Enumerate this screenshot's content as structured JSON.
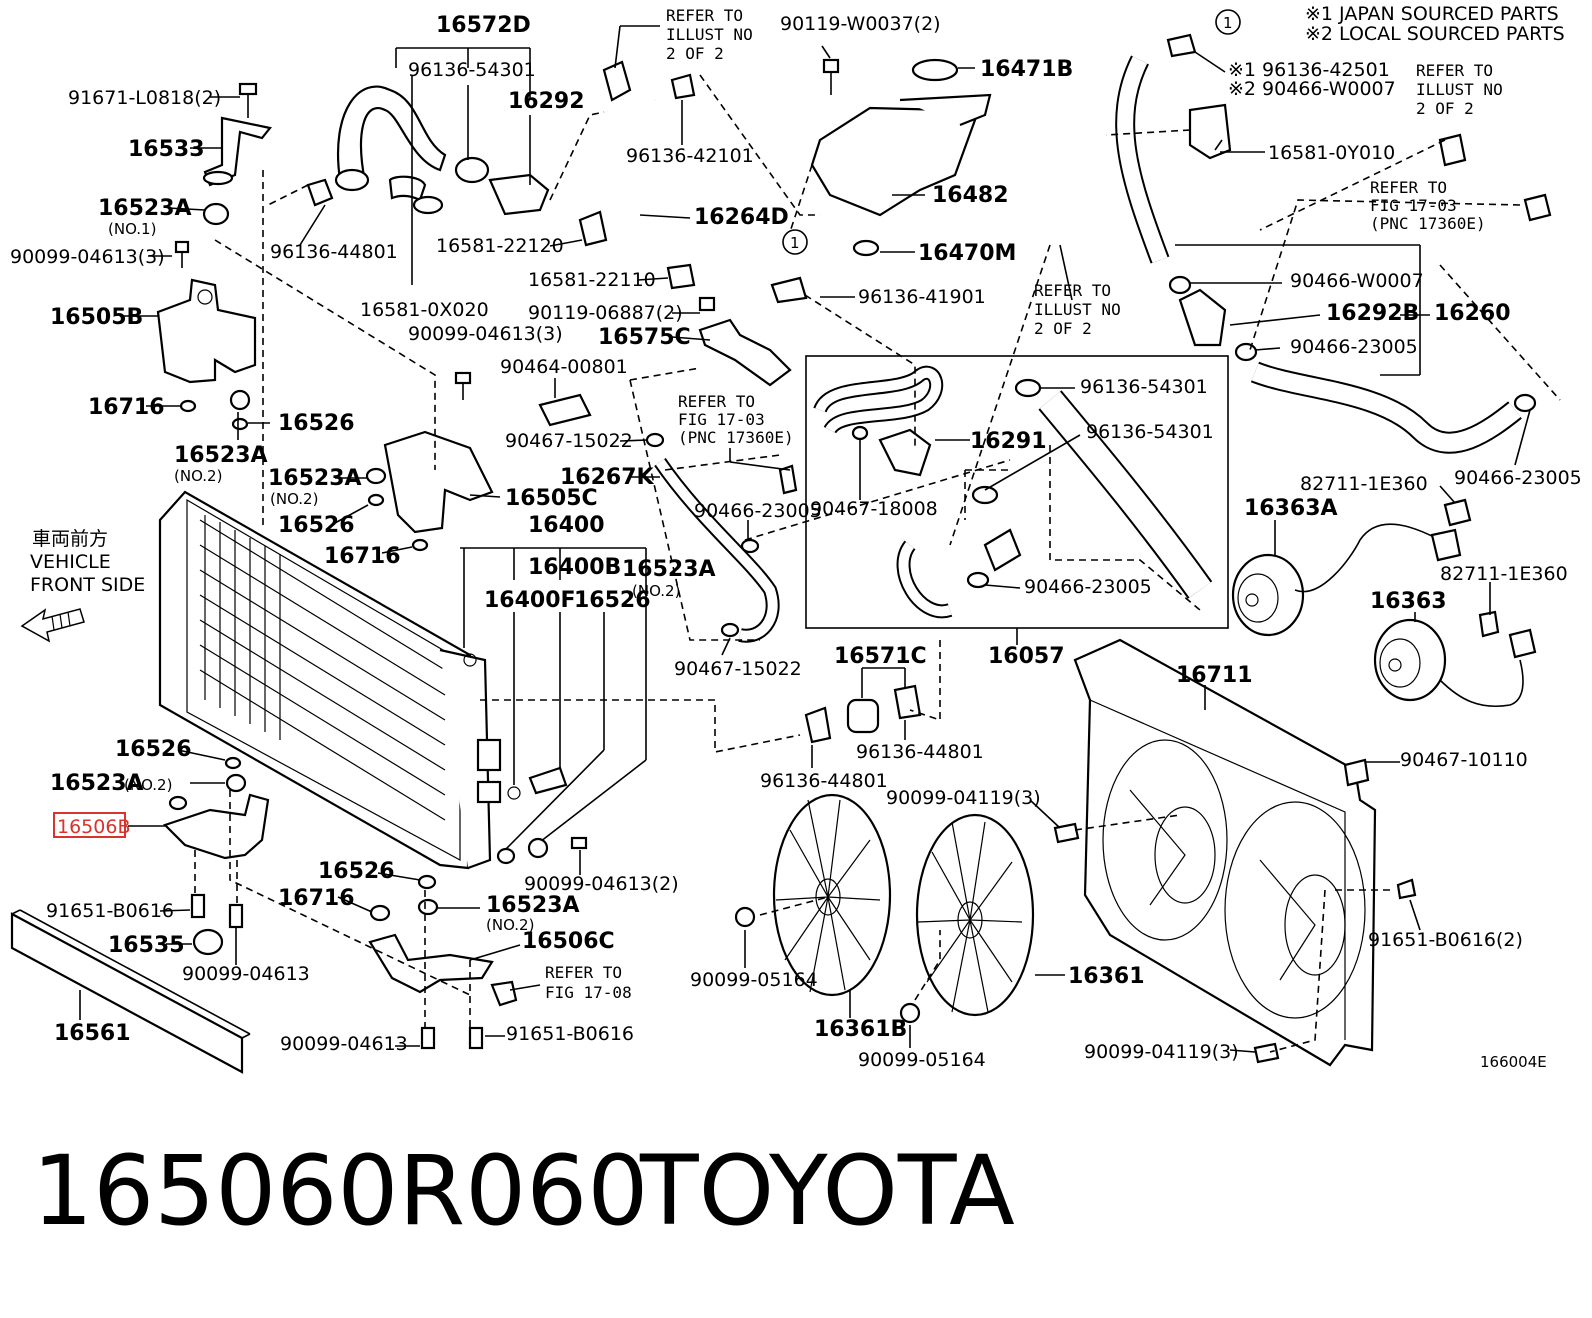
{
  "legend": {
    "line1": "※1 JAPAN SOURCED PARTS",
    "line2": "※2 LOCAL SOURCED PARTS"
  },
  "direction": {
    "jp": "車両前方",
    "en1": "VEHICLE",
    "en2": "FRONT SIDE"
  },
  "labels": {
    "p16572D": "16572D",
    "p96136_54301_top": "96136-54301",
    "p16292": "16292",
    "p91671": "91671-L0818(2)",
    "p16533": "16533",
    "p16523A_no1": "16523A",
    "no1": "(NO.1)",
    "p90099_04613_3a": "90099-04613(3)",
    "p16505B": "16505B",
    "p16716_a": "16716",
    "p16526_a": "16526",
    "p16523A_no2a": "16523A",
    "no2a": "(NO.2)",
    "p96136_44801_top": "96136-44801",
    "p16581_0X020": "16581-0X020",
    "p90099_04613_3b": "90099-04613(3)",
    "p16523A_no2b": "16523A",
    "no2b": "(NO.2)",
    "p16526_b": "16526",
    "p16505C": "16505C",
    "p16716_b": "16716",
    "refer_top_1": "REFER TO",
    "refer_top_2": "ILLUST NO",
    "refer_top_3": "2 OF 2",
    "p90119_W0037": "90119-W0037(2)",
    "p16471B": "16471B",
    "p96136_42101": "96136-42101",
    "p16482": "16482",
    "p16264D": "16264D",
    "p16581_22120": "16581-22120",
    "p16470M": "16470M",
    "p16581_22110": "16581-22110",
    "p96136_41901": "96136-41901",
    "p90119_06887": "90119-06887(2)",
    "p16575C": "16575C",
    "p90464_00801": "90464-00801",
    "refer_1703a_1": "REFER TO",
    "refer_1703a_2": "FIG 17-03",
    "refer_1703a_3": "(PNC 17360E)",
    "p90467_15022a": "90467-15022",
    "p16267K": "16267K",
    "p90466_23005a": "90466-23005",
    "p16400": "16400",
    "p16400B": "16400B",
    "p16523A_no2c": "16523A",
    "no2c": "(NO.2)",
    "p16400F": "16400F",
    "p16526_c": "16526",
    "p90467_15022b": "90467-15022",
    "refer_mid_1": "REFER TO",
    "refer_mid_2": "ILLUST NO",
    "refer_mid_3": "2 OF 2",
    "p96136_54301_b": "96136-54301",
    "p16291": "16291",
    "p96136_54301_c": "96136-54301",
    "p90467_18008": "90467-18008",
    "p90466_23005b": "90466-23005",
    "p16057": "16057",
    "p16571C": "16571C",
    "p96136_44801_b": "96136-44801",
    "p96136_44801_c": "96136-44801",
    "circle1_a": "1",
    "circle1_b": "1",
    "j1": "※1 96136-42501",
    "j2": "※2 90466-W0007",
    "refer_tr_1": "REFER TO",
    "refer_tr_2": "ILLUST NO",
    "refer_tr_3": "2 OF 2",
    "p16581_0Y010": "16581-0Y010",
    "refer_1703b_1": "REFER TO",
    "refer_1703b_2": "FIG 17-03",
    "refer_1703b_3": "(PNC 17360E)",
    "p90466_W0007": "90466-W0007",
    "p16292B": "16292B",
    "p16260": "16260",
    "p90466_23005c": "90466-23005",
    "p90466_23005d": "90466-23005",
    "p82711_1E360a": "82711-1E360",
    "p16363A": "16363A",
    "p82711_1E360b": "82711-1E360",
    "p16363": "16363",
    "p16711": "16711",
    "p90467_10110": "90467-10110",
    "p16526_d": "16526",
    "p16523A_no2d": "16523A",
    "no2d": "(NO.2)",
    "p16506B": "16506B",
    "p91651_B0616a": "91651-B0616",
    "p16535": "16535",
    "p90099_04613a": "90099-04613",
    "p16561": "16561",
    "p16526_e": "16526",
    "p16716_c": "16716",
    "p16523A_no2e": "16523A",
    "no2e": "(NO.2)",
    "p16506C": "16506C",
    "refer_1708_1": "REFER TO",
    "refer_1708_2": "FIG 17-08",
    "p90099_04613b": "90099-04613",
    "p91651_B0616b": "91651-B0616",
    "p90099_04613_2": "90099-04613(2)",
    "p90099_04119a": "90099-04119(3)",
    "p90099_05164a": "90099-05164",
    "p16361B": "16361B",
    "p90099_05164b": "90099-05164",
    "p16361": "16361",
    "p91651_B0616_2": "91651-B0616(2)",
    "p90099_04119b": "90099-04119(3)",
    "figcode": "166004E"
  },
  "caption": {
    "part_number": "165060R060",
    "brand": "TOYOTA"
  },
  "highlight_color": "#d9342b"
}
